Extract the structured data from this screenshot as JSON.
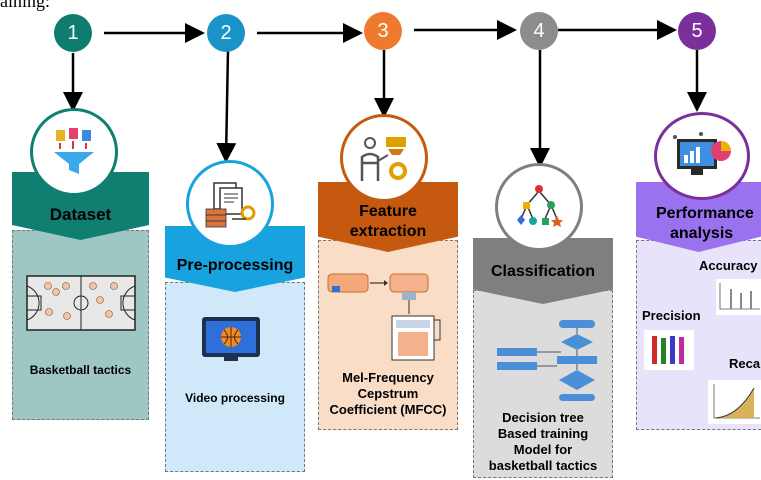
{
  "top_text": "aining:",
  "steps": [
    {
      "number": "1",
      "color": "#0e7d6f"
    },
    {
      "number": "2",
      "color": "#1a93c8"
    },
    {
      "number": "3",
      "color": "#ee7a2e"
    },
    {
      "number": "4",
      "color": "#8c8c8c"
    },
    {
      "number": "5",
      "color": "#7b2f9a"
    }
  ],
  "cards": {
    "dataset": {
      "title": "Dataset",
      "caption": "Basketball tactics",
      "banner_color": "#0f7f72",
      "body_color": "#9ec6c2"
    },
    "preprocessing": {
      "title": "Pre-processing",
      "caption": "Video processing",
      "banner_color": "#19a2e0",
      "body_color": "#cfe9fb"
    },
    "feature": {
      "title_line1": "Feature",
      "title_line2": "extraction",
      "caption_line1": "Mel-Frequency",
      "caption_line2": "Cepstrum",
      "caption_line3": "Coefficient (MFCC)",
      "banner_color": "#c4590f",
      "body_color": "#f9ddc7"
    },
    "classification": {
      "title": "Classification",
      "caption_line1": "Decision tree",
      "caption_line2": "Based  training",
      "caption_line3": "Model for",
      "caption_line4": "basketball tactics",
      "banner_color": "#7f7f7f",
      "body_color": "#dcdcdc"
    },
    "performance": {
      "title_line1": "Performance",
      "title_line2": "analysis",
      "label_accuracy": "Accuracy",
      "label_precision": "Precision",
      "label_recall": "Reca",
      "banner_color": "#9a72f0",
      "body_color": "#e9e2fb"
    }
  }
}
